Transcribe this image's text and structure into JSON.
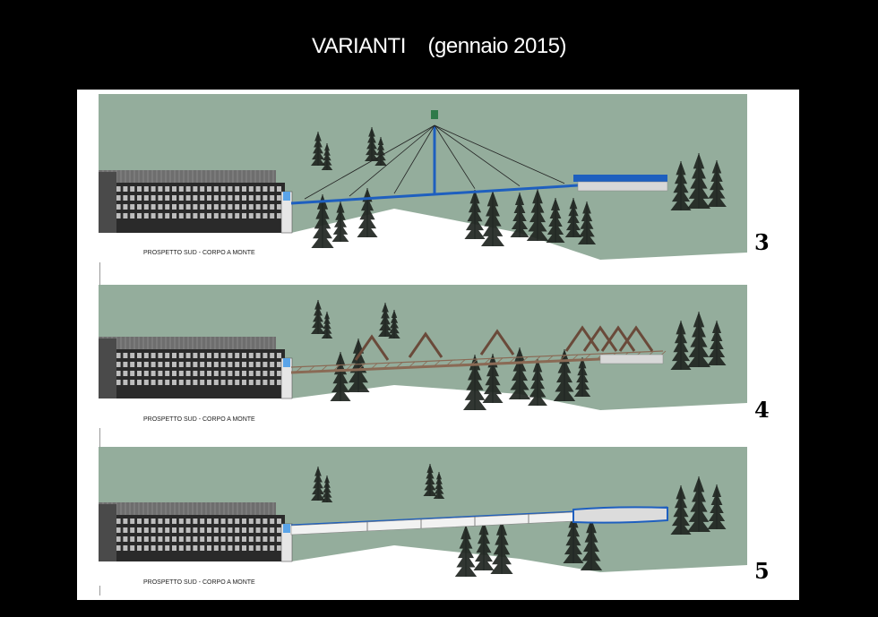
{
  "title": "VARIANTI    (gennaio 2015)",
  "panels": [
    {
      "id": "3",
      "number": "3",
      "caption": "PROSPETTO SUD - CORPO A MONTE",
      "variant": "cable-stayed"
    },
    {
      "id": "4",
      "number": "4",
      "caption": "PROSPETTO SUD - CORPO A MONTE",
      "variant": "truss"
    },
    {
      "id": "5",
      "number": "5",
      "caption": "PROSPETTO SUD - CORPO A MONTE",
      "variant": "beam"
    }
  ],
  "colors": {
    "sky": "#94ad9c",
    "ground": "#ffffff",
    "tree": "#1f2521",
    "building": "#2a2a2a",
    "bridge_blue": "#1e5fbf",
    "truss_brown": "#8a6a55"
  }
}
